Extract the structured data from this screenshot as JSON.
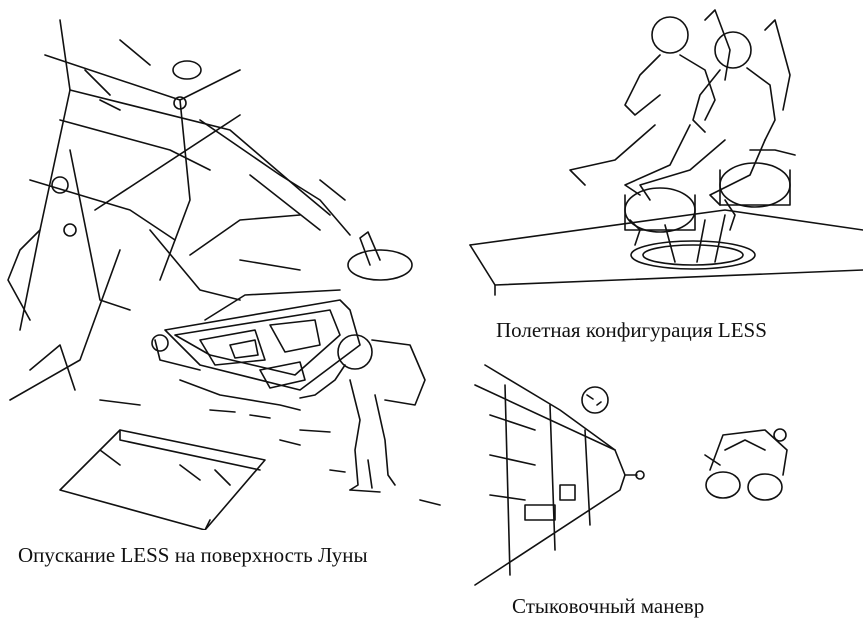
{
  "captions": {
    "lowering": "Опускание LESS на поверхность Луны",
    "flight_config": "Полетная конфигурация LESS",
    "docking": "Стыковочный маневр"
  },
  "colors": {
    "ink": "#111111",
    "paper": "#ffffff"
  }
}
